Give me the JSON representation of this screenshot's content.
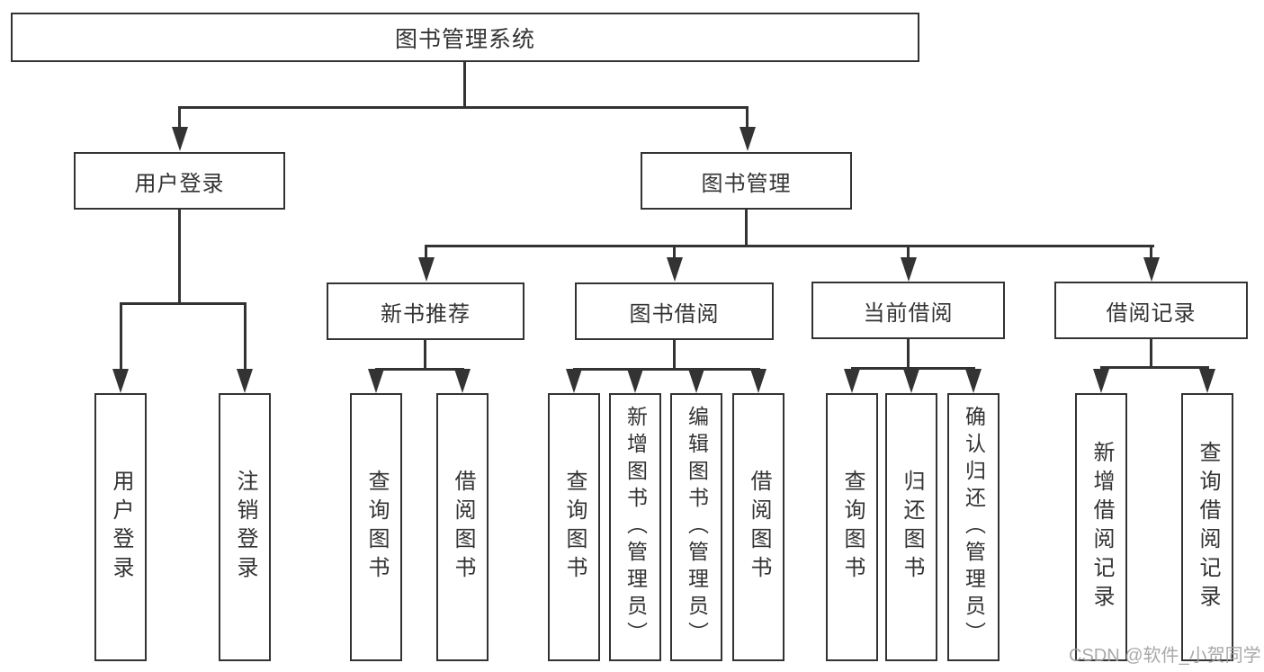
{
  "diagram": {
    "root": {
      "label": "图书管理系统"
    },
    "user_login": {
      "label": "用户登录",
      "children": [
        "用户登录",
        "注销登录"
      ]
    },
    "book_mgmt": {
      "label": "图书管理",
      "sections": [
        {
          "label": "新书推荐",
          "children": [
            "查询图书",
            "借阅图书"
          ]
        },
        {
          "label": "图书借阅",
          "children": [
            "查询图书",
            "新增图书（管理员）",
            "编辑图书（管理员）",
            "借阅图书"
          ]
        },
        {
          "label": "当前借阅",
          "children": [
            "查询图书",
            "归还图书",
            "确认归还（管理员）"
          ]
        },
        {
          "label": "借阅记录",
          "children": [
            "新增借阅记录",
            "查询借阅记录"
          ]
        }
      ]
    }
  },
  "watermark": {
    "text": "CSDN @软件_小贺同学"
  },
  "colors": {
    "line": "#333333",
    "text": "#333333",
    "watermark": "#a0a0a0",
    "background": "#ffffff"
  }
}
